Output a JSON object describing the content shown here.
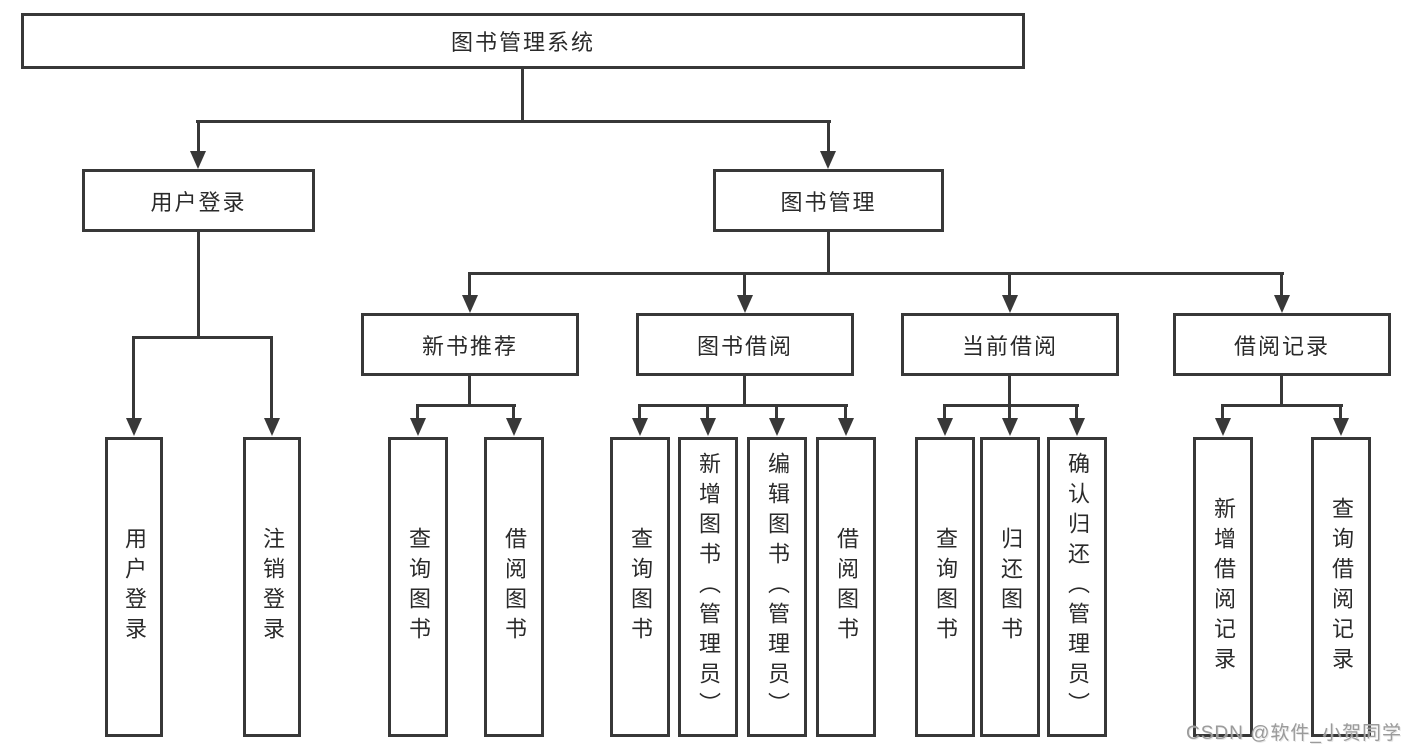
{
  "tree": {
    "label": "图书管理系统",
    "children": [
      {
        "label": "用户登录",
        "children": [
          {
            "label": "用户登录"
          },
          {
            "label": "注销登录"
          }
        ]
      },
      {
        "label": "图书管理",
        "children": [
          {
            "label": "新书推荐",
            "children": [
              {
                "label": "查询图书"
              },
              {
                "label": "借阅图书"
              }
            ]
          },
          {
            "label": "图书借阅",
            "children": [
              {
                "label": "查询图书"
              },
              {
                "label": "新增图书（管理员）"
              },
              {
                "label": "编辑图书（管理员）"
              },
              {
                "label": "借阅图书"
              }
            ]
          },
          {
            "label": "当前借阅",
            "children": [
              {
                "label": "查询图书"
              },
              {
                "label": "归还图书"
              },
              {
                "label": "确认归还（管理员）"
              }
            ]
          },
          {
            "label": "借阅记录",
            "children": [
              {
                "label": "新增借阅记录"
              },
              {
                "label": "查询借阅记录"
              }
            ]
          }
        ]
      }
    ]
  },
  "watermark": {
    "text": "CSDN @软件_小贺同学"
  },
  "colors": {
    "line": "#383838",
    "text": "#2a2a2a",
    "watermark": "#9b9b9b",
    "background": "#ffffff"
  }
}
